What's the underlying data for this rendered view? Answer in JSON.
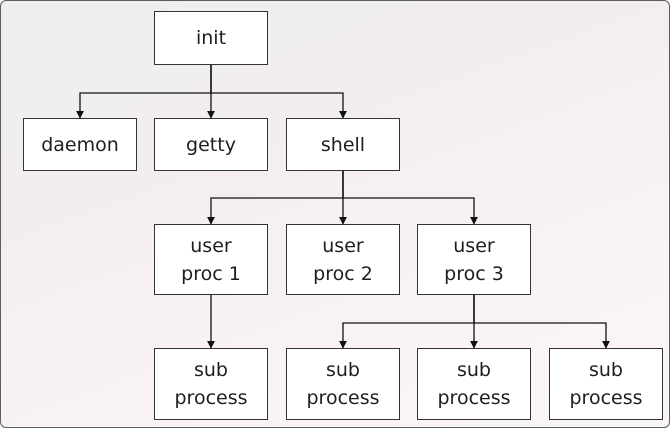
{
  "diagram": {
    "nodes": {
      "init": "init",
      "daemon": "daemon",
      "getty": "getty",
      "shell": "shell",
      "user_proc_1": "user\nproc 1",
      "user_proc_2": "user\nproc 2",
      "user_proc_3": "user\nproc 3",
      "sub_process_1": "sub\nprocess",
      "sub_process_2": "sub\nprocess",
      "sub_process_3": "sub\nprocess",
      "sub_process_4": "sub\nprocess"
    },
    "edges": [
      [
        "init",
        "daemon"
      ],
      [
        "init",
        "getty"
      ],
      [
        "init",
        "shell"
      ],
      [
        "shell",
        "user_proc_1"
      ],
      [
        "shell",
        "user_proc_2"
      ],
      [
        "shell",
        "user_proc_3"
      ],
      [
        "user_proc_1",
        "sub_process_1"
      ],
      [
        "user_proc_3",
        "sub_process_2"
      ],
      [
        "user_proc_3",
        "sub_process_3"
      ],
      [
        "user_proc_3",
        "sub_process_4"
      ]
    ]
  }
}
